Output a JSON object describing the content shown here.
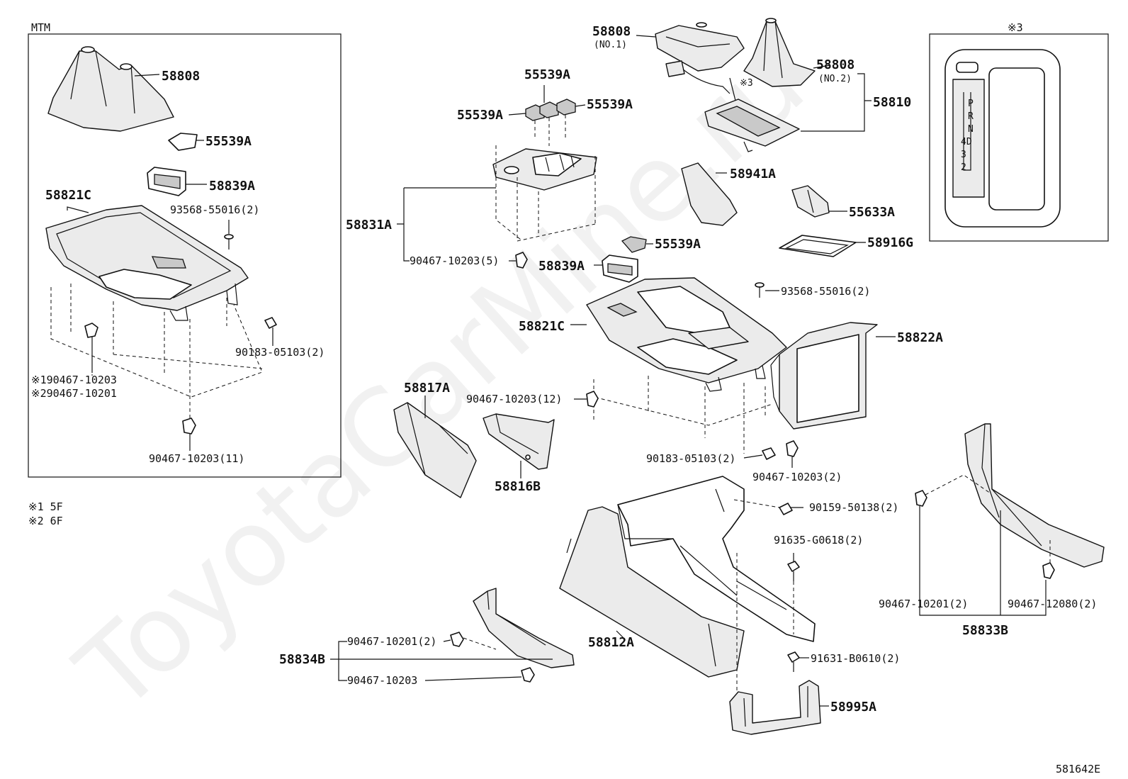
{
  "diagram": {
    "frames": {
      "mtm_title": "MTM",
      "inset_title": "※3"
    },
    "notes": [
      "※1 5F",
      "※2 6F"
    ],
    "figure_code": "581642E",
    "watermark": "ToyotaCarMine.ru",
    "mtm_labels": {
      "boot": "58808",
      "insert": "55539A",
      "bezel": "58839A",
      "console_panel": "58821C",
      "screw": "93568-55016(2)",
      "nut": "90183-05103(2)",
      "clip_note1": "※190467-10203",
      "clip_note2": "※290467-10201",
      "clip_bottom": "90467-10203(11)"
    },
    "main_labels": {
      "boot_no1": "58808",
      "boot_no1_sub": "(NO.1)",
      "boot_no2": "58808",
      "boot_no2_sub": "(NO.2)",
      "indicator_mark": "※3",
      "shift_plate": "58810",
      "insert_top": "55539A",
      "insert_left": "55539A",
      "insert_right": "55539A",
      "switch_base": "58831A",
      "clip_switch": "90467-10203(5)",
      "knob": "58941A",
      "holder": "55633A",
      "mat": "58916G",
      "insert_mid": "55539A",
      "bezel_mid": "58839A",
      "screw_mid": "93568-55016(2)",
      "console_panel": "58821C",
      "box": "58822A",
      "side_panel": "58817A",
      "clip_mid": "90467-10203(12)",
      "nut_mid": "90183-05103(2)",
      "clip_mid2": "90467-10203(2)",
      "side_cover": "58816B",
      "bolt": "90159-50138(2)",
      "screw_g": "91635-G0618(2)",
      "console_body": "58812A",
      "screw_b": "91631-B0610(2)",
      "bracket": "58995A",
      "clip_l1": "90467-10201(2)",
      "clip_l2": "90467-10203",
      "left_trim": "58834B",
      "clip_r1": "90467-10201(2)",
      "clip_r2": "90467-12080(2)",
      "right_trim": "58833B"
    },
    "gate_letters": [
      "P",
      "R",
      "N",
      "4D",
      "3",
      "2"
    ]
  }
}
